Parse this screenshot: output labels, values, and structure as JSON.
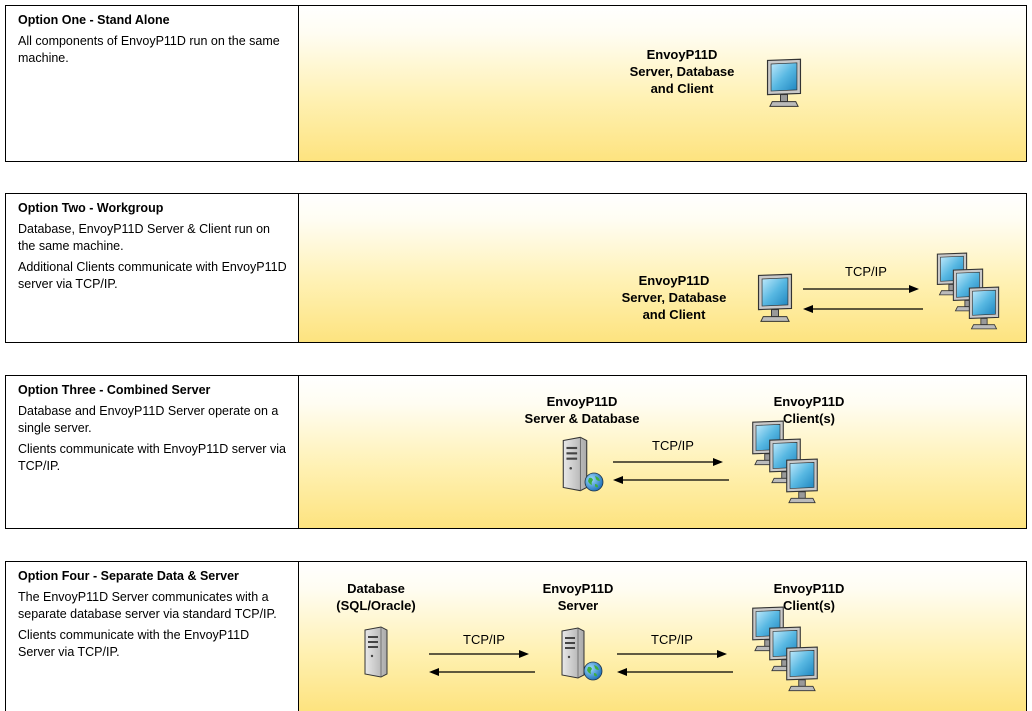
{
  "options": [
    {
      "title": "Option One - Stand Alone",
      "paragraphs": [
        "All components of EnvoyP11D run on the same machine."
      ],
      "labels": {
        "main": "EnvoyP11D\nServer, Database\nand Client"
      }
    },
    {
      "title": "Option Two - Workgroup",
      "paragraphs": [
        "Database, EnvoyP11D Server & Client run on the same machine.",
        "Additional Clients communicate with EnvoyP11D server via TCP/IP."
      ],
      "labels": {
        "main": "EnvoyP11D\nServer, Database\nand Client",
        "tcp": "TCP/IP"
      }
    },
    {
      "title": "Option Three - Combined Server",
      "paragraphs": [
        "Database and EnvoyP11D Server operate on a single server.",
        "Clients communicate with EnvoyP11D server via TCP/IP."
      ],
      "labels": {
        "server": "EnvoyP11D\nServer & Database",
        "clients": "EnvoyP11D\nClient(s)",
        "tcp": "TCP/IP"
      }
    },
    {
      "title": "Option Four - Separate Data & Server",
      "paragraphs": [
        "The EnvoyP11D Server communicates with a separate database server via standard TCP/IP.",
        "Clients communicate with the EnvoyP11D Server via TCP/IP."
      ],
      "labels": {
        "database": "Database\n(SQL/Oracle)",
        "server": "EnvoyP11D\nServer",
        "clients": "EnvoyP11D\nClient(s)",
        "tcp1": "TCP/IP",
        "tcp2": "TCP/IP"
      }
    }
  ]
}
